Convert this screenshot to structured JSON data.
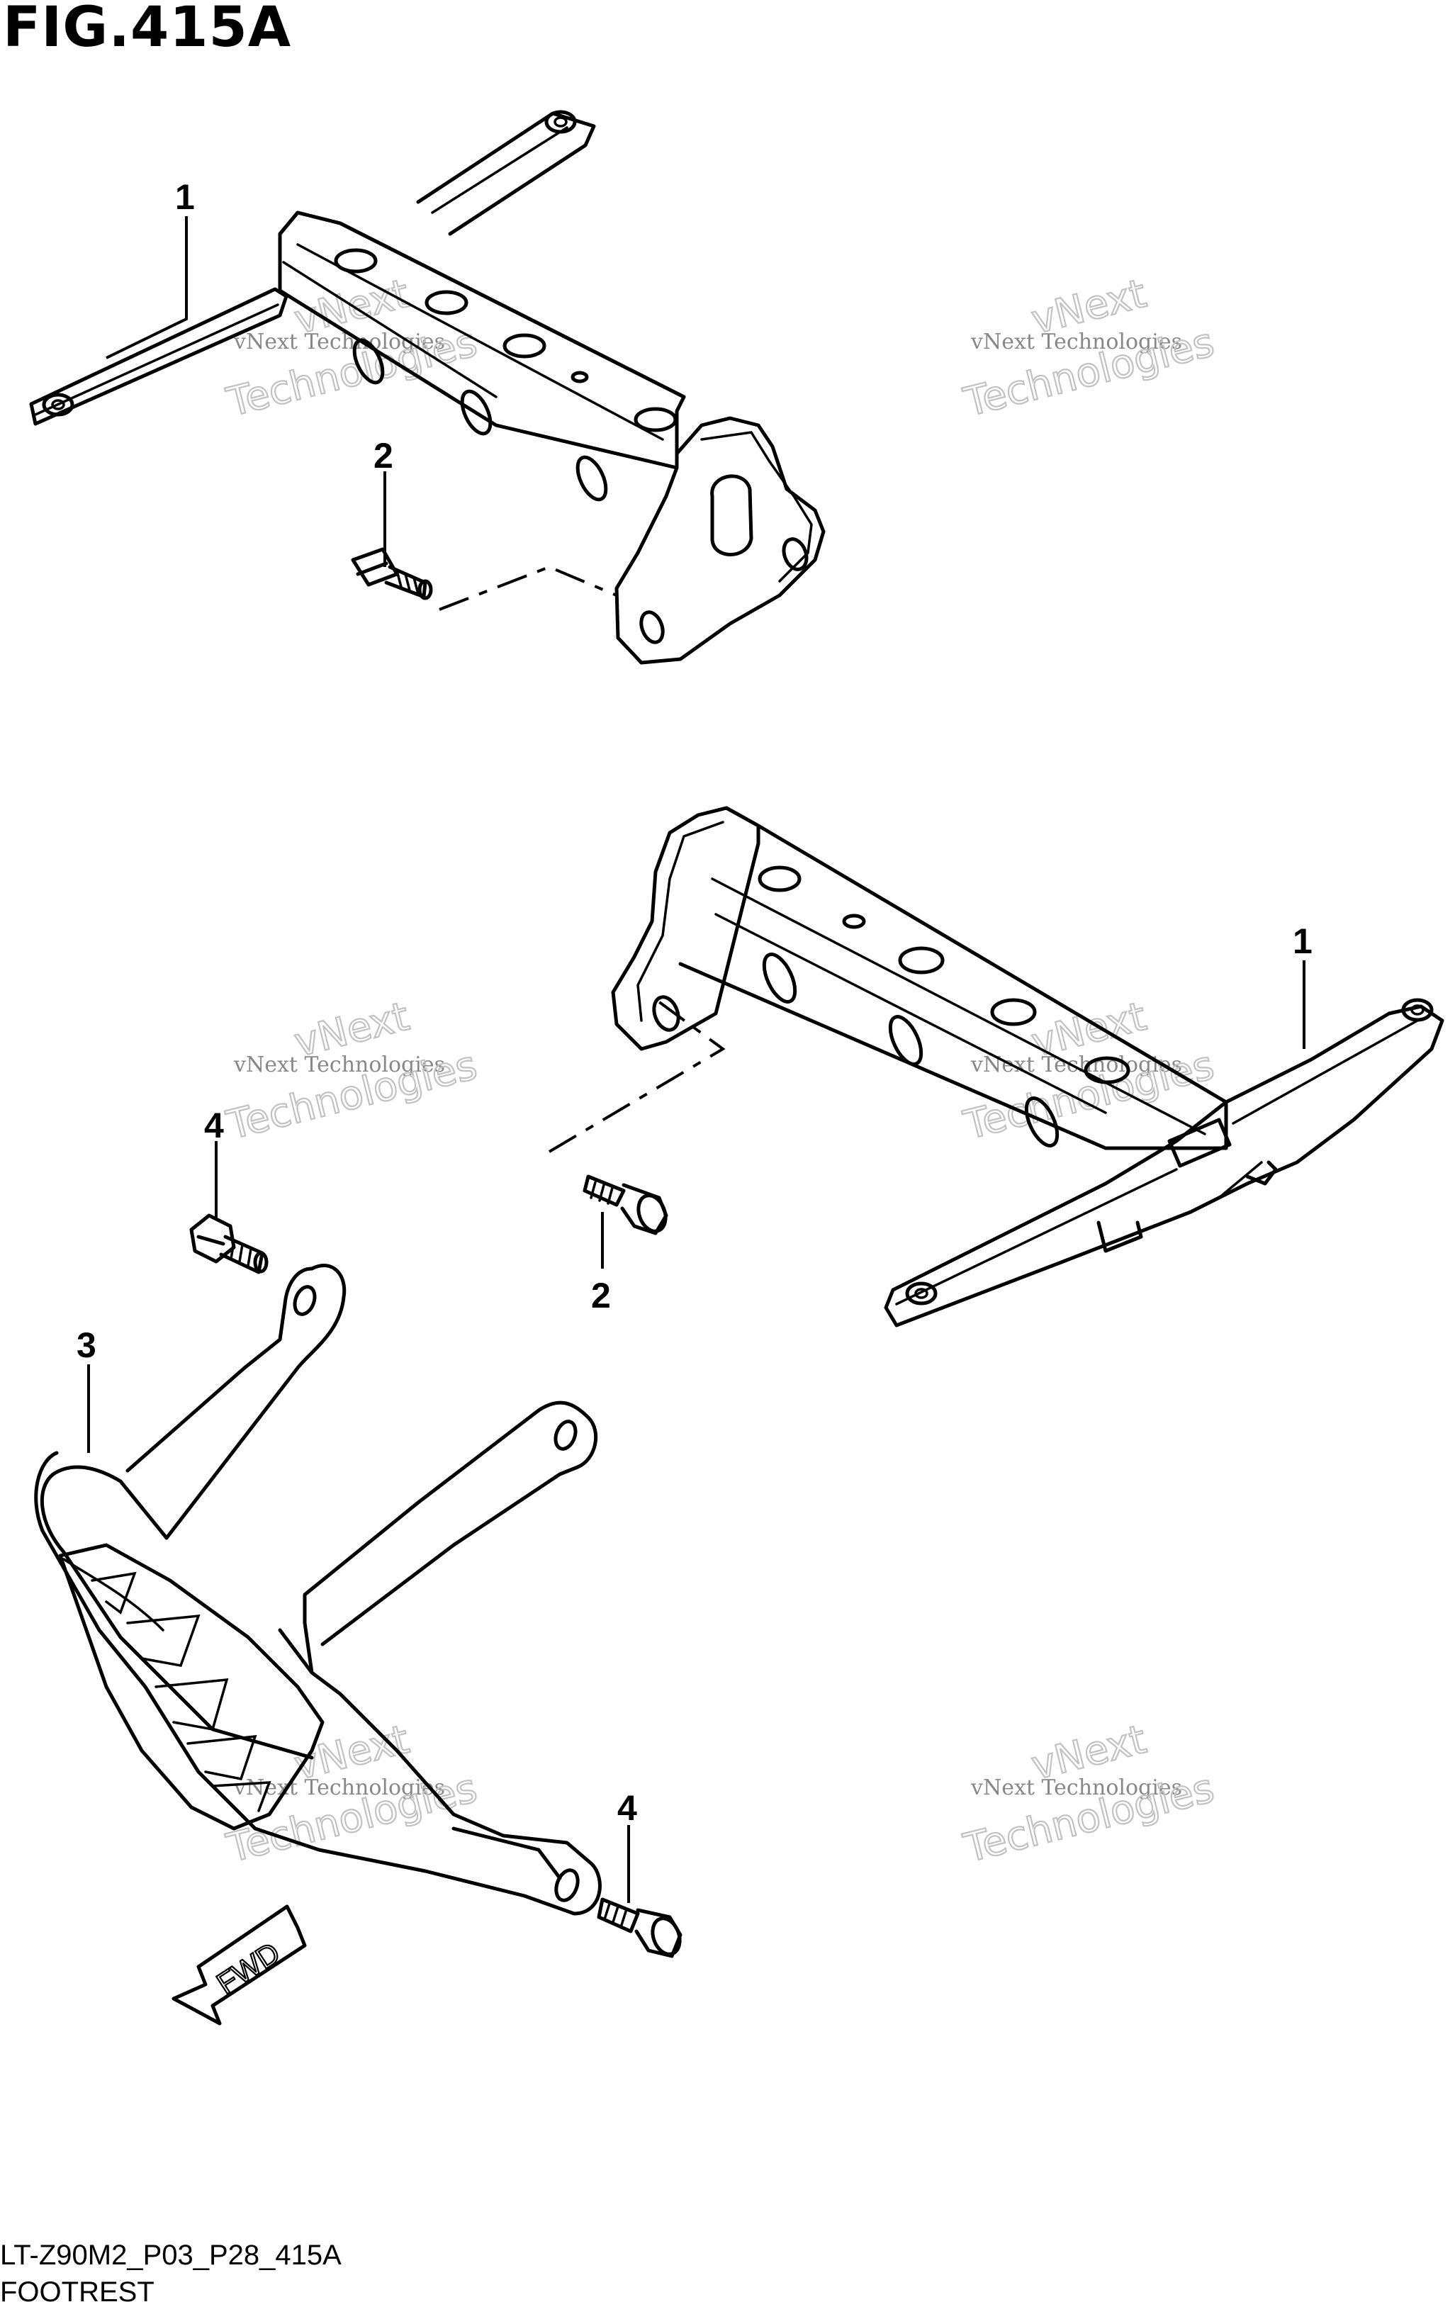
{
  "figure": {
    "title": "FIG.415A",
    "code": "LT-Z90M2_P03_P28_415A",
    "name": "FOOTREST"
  },
  "callouts": [
    {
      "id": "footrest-bracket-upper",
      "label": "1"
    },
    {
      "id": "bolt-upper",
      "label": "2"
    },
    {
      "id": "footrest-bracket-lower",
      "label": "1"
    },
    {
      "id": "bolt-lower",
      "label": "2"
    },
    {
      "id": "foot-guard",
      "label": "3"
    },
    {
      "id": "bolt-guard-top",
      "label": "4"
    },
    {
      "id": "bolt-guard-bottom",
      "label": "4"
    }
  ],
  "fwd_arrow": {
    "label": "FWD"
  },
  "watermark": {
    "line1": "vNext",
    "line2": "vNext Technologies",
    "line3": "Technologies"
  }
}
